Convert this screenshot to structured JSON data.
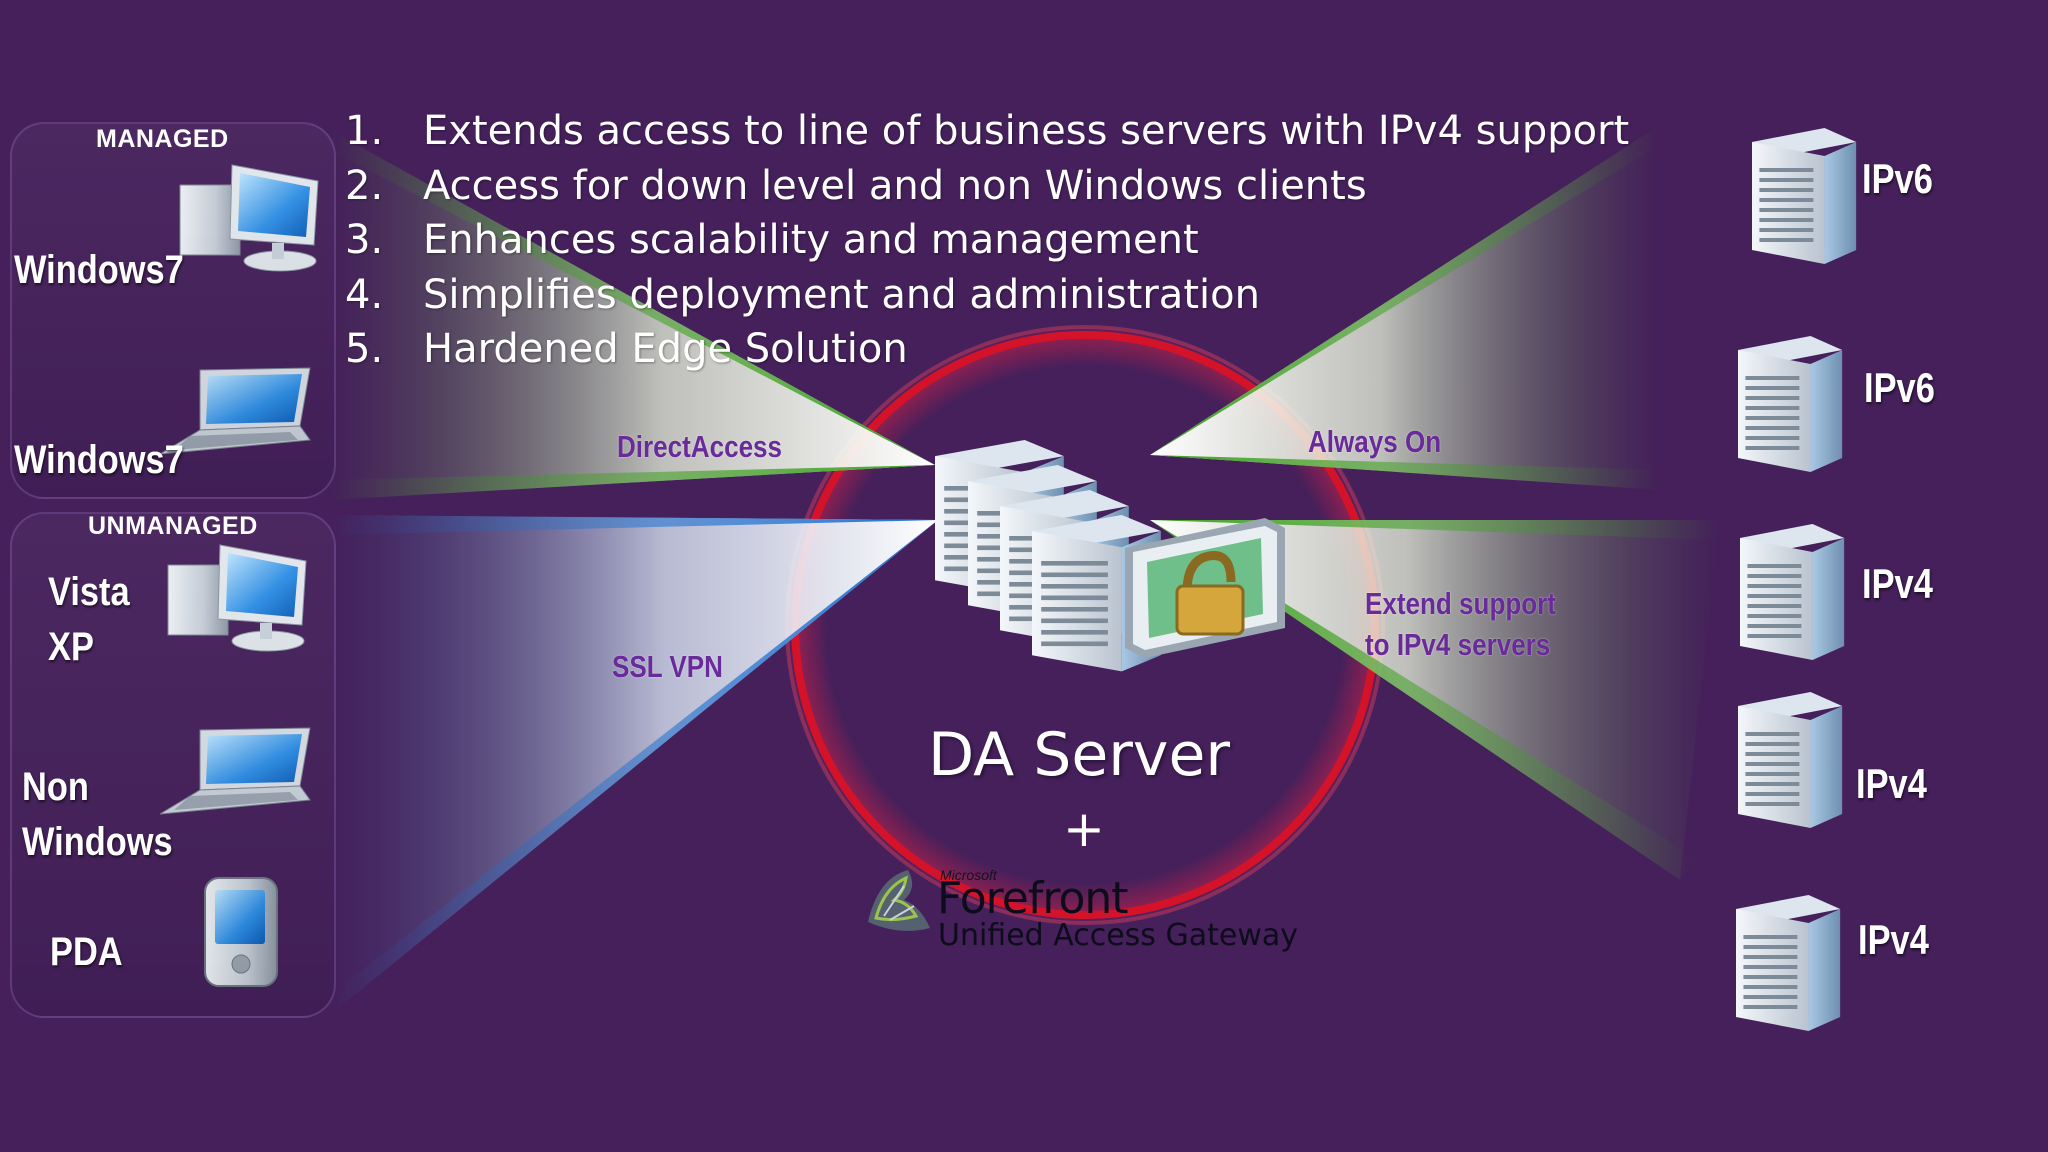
{
  "features": [
    {
      "num": "1.",
      "text": "Extends access to line of business servers with IPv4 support"
    },
    {
      "num": "2.",
      "text": "Access for down level and non Windows clients"
    },
    {
      "num": "3.",
      "text": "Enhances scalability and management"
    },
    {
      "num": "4.",
      "text": "Simplifies deployment and administration"
    },
    {
      "num": "5.",
      "text": "Hardened Edge Solution"
    }
  ],
  "groups": {
    "managed": {
      "caption": "MANAGED",
      "devices": [
        {
          "label": "Windows7",
          "icon": "desktop-computer-icon"
        },
        {
          "label": "Windows7",
          "icon": "laptop-icon"
        }
      ]
    },
    "unmanaged": {
      "caption": "UNMANAGED",
      "devices": [
        {
          "label_lines": [
            "Vista",
            "XP"
          ],
          "icon": "desktop-computer-icon"
        },
        {
          "label_lines": [
            "Non",
            "Windows"
          ],
          "icon": "laptop-icon"
        },
        {
          "label": "PDA",
          "icon": "pda-icon"
        }
      ]
    }
  },
  "beams": {
    "directaccess": "DirectAccess",
    "ssl_vpn": "SSL VPN",
    "always_on": "Always On",
    "extend_support": [
      "Extend support",
      "to IPv4 servers"
    ]
  },
  "servers": [
    {
      "label": "IPv6"
    },
    {
      "label": "IPv6"
    },
    {
      "label": "IPv4"
    },
    {
      "label": "IPv4"
    },
    {
      "label": "IPv4"
    }
  ],
  "center": {
    "title": "DA Server",
    "plus": "+",
    "product_vendor": "Microsoft",
    "product_name": "Forefront",
    "product_sub": "Unified Access Gateway",
    "icon": "padlock-icon"
  },
  "colors": {
    "background": "#45205b",
    "green_beam": "#3aa01c",
    "blue_beam": "#1a6fd0",
    "ring": "#d4132a",
    "beam_label": "#6a2b9a"
  }
}
